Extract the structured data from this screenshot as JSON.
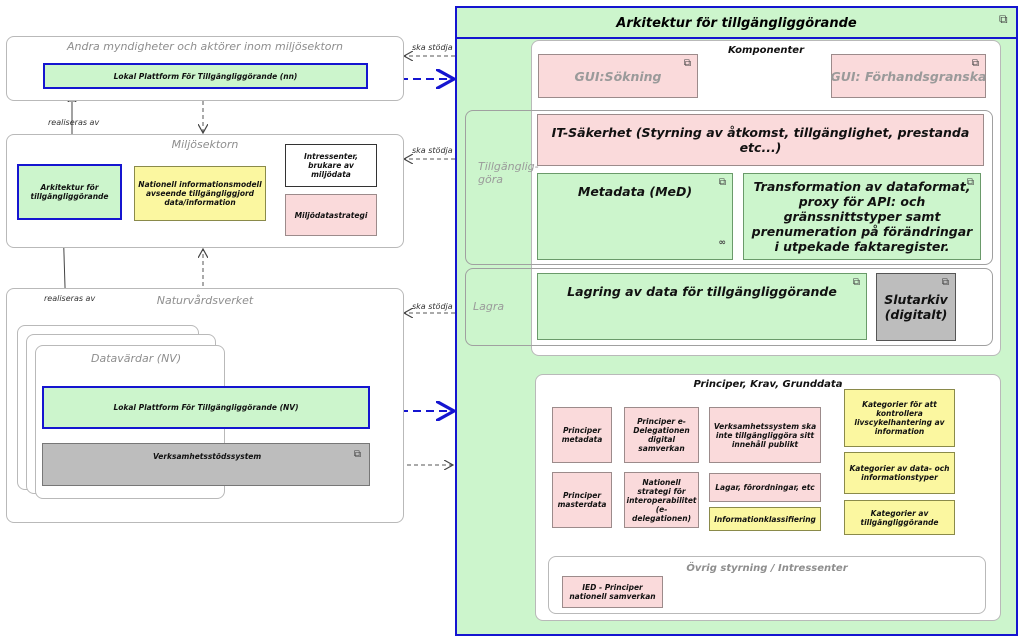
{
  "left": {
    "andra": {
      "title": "Andra myndigheter och aktörer inom miljösektorn",
      "platform": "Lokal Plattform För Tillgängliggörande (nn)"
    },
    "miljo": {
      "title": "Miljösektorn",
      "arkitektur": "Arkitektur för tillgängliggörande",
      "modell": "Nationell informationsmodell avseende tillgängliggjord data/information",
      "intressenter": "Intressenter, brukare av miljödata",
      "strategi": "Miljödatastrategi"
    },
    "nv": {
      "title": "Naturvårdsverket",
      "datavardar": "Datavärdar (NV)",
      "platform": "Lokal Plattform För Tillgängliggörande (NV)",
      "verksamhet": "Verksamhetsstödssystem"
    },
    "edges": {
      "realiseras1": "realiseras av",
      "realiseras2": "realiseras av",
      "stodja1": "ska stödja",
      "stodja2": "ska stödja",
      "stodja3": "ska stödja"
    }
  },
  "main": {
    "title": "Arkitektur för tillgängliggörande",
    "komponenter": {
      "title": "Komponenter",
      "gui_sok": "GUI:Sökning",
      "gui_for": "GUI: Förhandsgranska",
      "tillgang_label": "Tillgänglig-göra",
      "it_sak": "IT-Säkerhet (Styrning av åtkomst, tillgänglighet, prestanda etc...)",
      "metadata": "Metadata (MeD)",
      "transform": "Transformation av dataformat, proxy för API: och gränssnittstyper samt prenumeration på förändringar i utpekade faktaregister.",
      "lagra_label": "Lagra",
      "lagring": "Lagring av data för tillgängliggörande",
      "slutarkiv": "Slutarkiv (digitalt)"
    },
    "principer": {
      "title": "Principer, Krav, Grunddata",
      "items": [
        "Principer metadata",
        "Principer e-Delegationen digital samverkan",
        "Verksamhetssystem ska inte tillgängliggöra sitt innehåll publikt",
        "Principer masterdata",
        "Nationell strategi för interoperabilitet (e-delegationen)",
        "Lagar, förordningar, etc",
        "Informationklassifiering"
      ],
      "kategorier": [
        "Kategorier för att kontrollera livscykelhantering av information",
        "Kategorier av data- och informationstyper",
        "Kategorier av tillgängliggörande"
      ],
      "ovrig": {
        "title": "Övrig styrning / Intressenter",
        "ied": "IED - Principer nationell samverkan"
      }
    }
  },
  "colors": {
    "green": "#ccf5cc",
    "pink": "#fadadb",
    "yellow": "#fbf7a0",
    "gray": "#bdbdbd",
    "blue": "#1515d0"
  },
  "icons": [
    "component-icon",
    "interface-icon"
  ]
}
